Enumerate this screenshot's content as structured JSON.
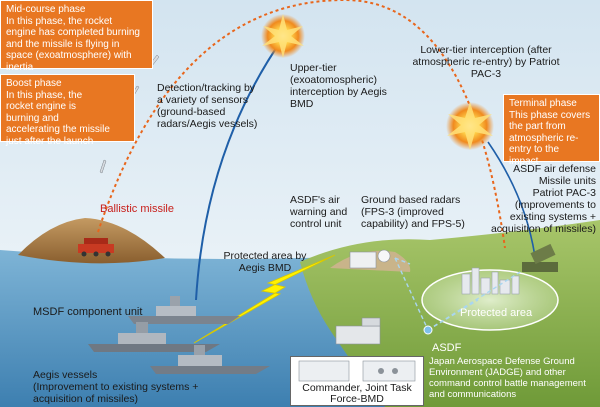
{
  "colors": {
    "sky_top": "#dbe9f3",
    "sky_bottom": "#f6fafc",
    "sea": "#5f9fc7",
    "land_green": "#8cb04a",
    "island_brown": "#a2763f",
    "callout_orange": "#e87722",
    "trajectory": "#e8661c",
    "intercept_blue": "#1f5fa8",
    "ballistic_red": "#c8201c"
  },
  "callouts": {
    "midcourse": {
      "title": "Mid-course phase",
      "body": "In this phase, the rocket\nengine has completed burning\nand the missile is flying in\nspace (exoatmosphere)  with\ninertia"
    },
    "boost": {
      "title": "Boost phase",
      "body": "In this phase, the\nrocket engine is\nburning and\naccelerating the missile\njust after the launch"
    },
    "terminal": {
      "title": "Terminal phase",
      "body": "This phase covers\nthe part from\natmospheric re-\nentry to the\nimpact"
    }
  },
  "labels": {
    "detection": "Detection/tracking by\na variety of sensors\n(ground-based\nradars/Aegis vessels)",
    "upper_tier": "Upper-tier\n(exoatomospheric)\ninterception by Aegis\nBMD",
    "lower_tier": "Lower-tier interception (after\natmospheric re-entry) by Patriot\nPAC-3",
    "ballistic_missile": "Ballistic missile",
    "asdf_warning": "ASDF's air\nwarning and\ncontrol unit",
    "ground_radars": "Ground based radars\n(FPS-3 (improved\ncapability) and FPS-5)",
    "asdf_air_defense": "ASDF air defense\nMissile units\nPatriot PAC-3\n(improvements to\nexisting systems +\nacquisition of missiles)",
    "protected_bmd": "Protected area by\nAegis BMD",
    "msdf": "MSDF component unit",
    "aegis_vessels": "Aegis vessels\n(Improvement to existing systems +\nacquisition of missiles)",
    "protected_area": "Protected area",
    "asdf": "ASDF",
    "jadge": "Japan Aerospace Defense Ground\nEnvironment (JADGE) and other\ncommand control battle management\nand communications",
    "commander": "Commander, Joint Task\nForce-BMD"
  }
}
